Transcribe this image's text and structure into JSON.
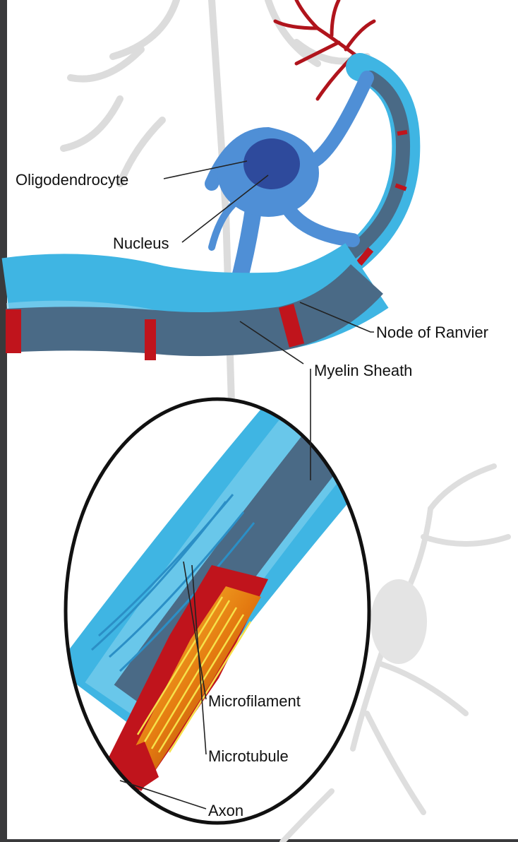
{
  "labels": {
    "oligodendrocyte": "Oligodendrocyte",
    "nucleus": "Nucleus",
    "node_of_ranvier": "Node of Ranvier",
    "myelin_sheath": "Myelin Sheath",
    "microfilament": "Microfilament",
    "microtubule": "Microtubule",
    "axon": "Axon"
  },
  "colors": {
    "frame": "#3a3a3c",
    "canvas": "#ffffff",
    "background_neuron": "#d9d9d9",
    "dendrite_terminal": "#b0141c",
    "myelin": "#3fb5e3",
    "myelin_light": "#8dd6f0",
    "axon_core": "#4a6a86",
    "node": "#c0141c",
    "oligodendrocyte": "#4f8fd6",
    "nucleus": "#2e4a9c",
    "axon_cut": "#c0141c",
    "axoplasm": "#e07a10",
    "filaments": "#f6e14a",
    "outline": "#111111"
  }
}
